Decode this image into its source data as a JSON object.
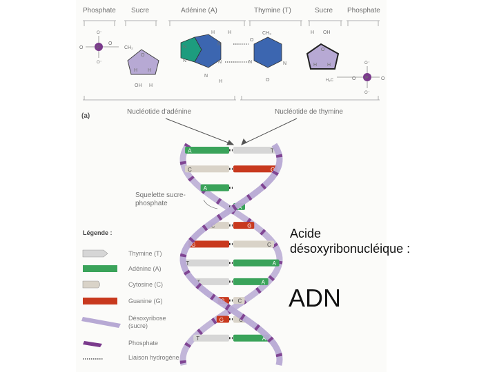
{
  "header": {
    "phosphate_left": "Phosphate",
    "sucre_left": "Sucre",
    "adenine": "Adénine (A)",
    "thymine": "Thymine (T)",
    "sucre_right": "Sucre",
    "phosphate_right": "Phosphate"
  },
  "panel_label": "(a)",
  "nucleotide_adenine": "Nucléotide d'adénine",
  "nucleotide_thymine": "Nucléotide de thymine",
  "squelette": "Squelette sucre-phosphate",
  "legend": {
    "title": "Légende :",
    "items": [
      {
        "label": "Thymine (T)",
        "color": "#d6d6d6"
      },
      {
        "label": "Adénine (A)",
        "color": "#3aa35a"
      },
      {
        "label": "Cytosine (C)",
        "color": "#d9d3c8"
      },
      {
        "label": "Guanine (G)",
        "color": "#c8391e"
      },
      {
        "label": "Désoxyribose (sucre)",
        "color": "#b7a9d4"
      },
      {
        "label": "Phosphate",
        "color": "#7a3a8c"
      },
      {
        "label": "Liaison hydrogène",
        "color": "#555555"
      }
    ]
  },
  "caption": {
    "line1": "Acide",
    "line2": "désoxyribonucléique :",
    "title": "ADN"
  },
  "base_pairs": [
    {
      "left": "A",
      "right": "T"
    },
    {
      "left": "C",
      "right": "G"
    },
    {
      "left": "A",
      "right": ""
    },
    {
      "left": "",
      "right": "A"
    },
    {
      "left": "C",
      "right": "G"
    },
    {
      "left": "G",
      "right": "C"
    },
    {
      "left": "T",
      "right": "A"
    },
    {
      "left": "T",
      "right": "A"
    },
    {
      "left": "G",
      "right": "C"
    },
    {
      "left": "G",
      "right": "C"
    },
    {
      "left": "T",
      "right": "A"
    }
  ],
  "colors": {
    "adenine": "#3aa35a",
    "guanine": "#c8391e",
    "cytosine": "#d9d3c8",
    "thymine": "#d6d6d6",
    "sugar": "#b7a9d4",
    "phosphate": "#7a3a8c",
    "ring_blue": "#3c66b0",
    "ring_green": "#1d9c7e"
  }
}
